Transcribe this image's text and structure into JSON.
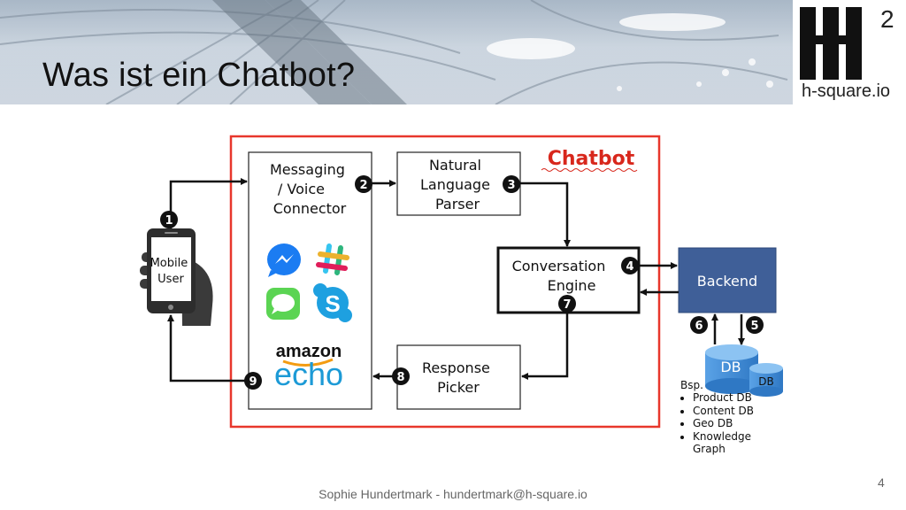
{
  "slide": {
    "title": "Was ist ein Chatbot?",
    "logo_text": "h-square.io",
    "logo_exponent": "2",
    "footer": "Sophie Hundertmark - hundertmark@h-square.io",
    "page_number": "4"
  },
  "diagram": {
    "chatbot_label": "Chatbot",
    "mobile_user": [
      "Mobile",
      "User"
    ],
    "messaging_connector": [
      "Messaging",
      "/ Voice",
      "Connector"
    ],
    "nlp": [
      "Natural",
      "Language",
      "Parser"
    ],
    "conversation_engine": [
      "Conversation",
      "Engine"
    ],
    "response_picker": [
      "Response",
      "Picker"
    ],
    "backend": "Backend",
    "db_main": "DB",
    "db_small": "DB",
    "amazon": "amazon",
    "echo": "echo",
    "steps": [
      "1",
      "2",
      "3",
      "4",
      "5",
      "6",
      "7",
      "8",
      "9"
    ],
    "bsp_title": "Bsp.",
    "bsp_items": [
      "Product DB",
      "Content DB",
      "Geo DB",
      "Knowledge Graph"
    ],
    "icons": [
      "messenger-icon",
      "slack-icon",
      "imessage-icon",
      "skype-icon"
    ],
    "colors": {
      "chatbot_frame": "#e8372c",
      "backend": "#3f5f98",
      "db": "#4a90d9",
      "messenger": "#1b7cf2",
      "imessage": "#5bd453",
      "skype": "#1ea0e0",
      "echo": "#1c9ad6"
    }
  }
}
